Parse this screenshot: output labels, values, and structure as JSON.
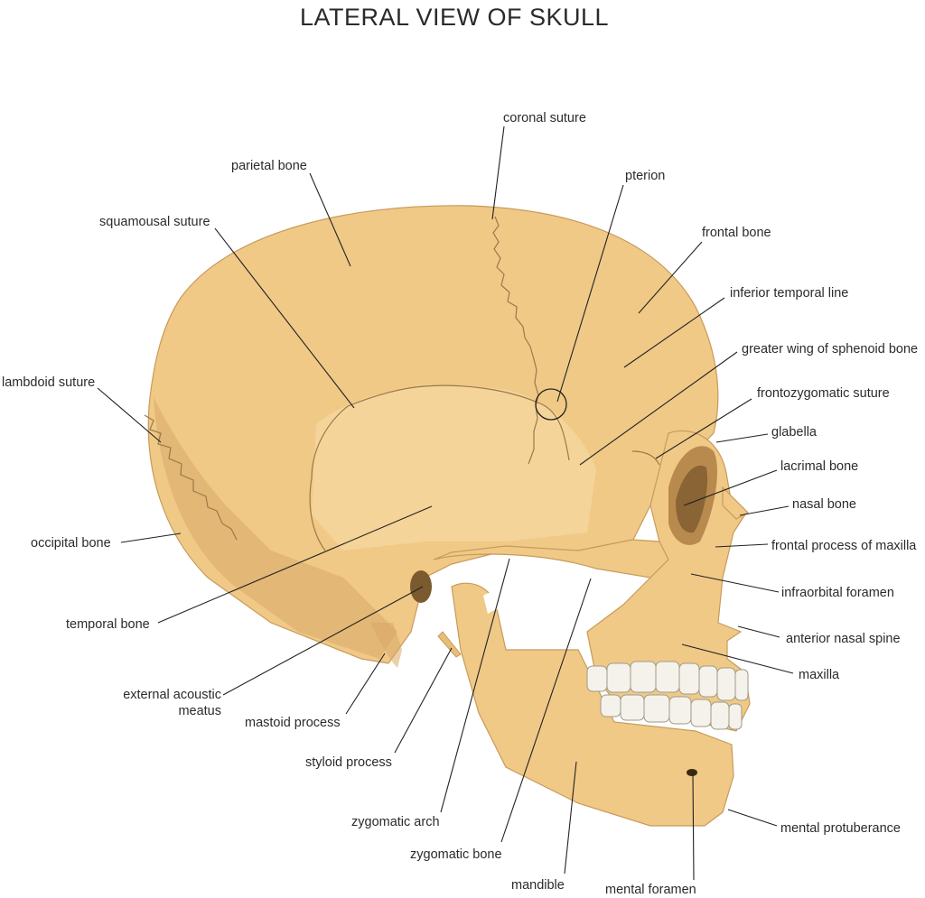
{
  "title": "LATERAL VIEW OF SKULL",
  "labels": {
    "coronal_suture": "coronal suture",
    "parietal_bone": "parietal bone",
    "pterion": "pterion",
    "squamousal_suture": "squamousal suture",
    "frontal_bone": "frontal bone",
    "inferior_temporal_line": "inferior temporal line",
    "greater_wing_of_sphenoid_bone": "greater wing of sphenoid bone",
    "lambdoid_suture": "lambdoid suture",
    "frontozygomatic_suture": "frontozygomatic suture",
    "glabella": "glabella",
    "lacrimal_bone": "lacrimal bone",
    "nasal_bone": "nasal bone",
    "occipital_bone": "occipital bone",
    "frontal_process_of_maxilla": "frontal process of maxilla",
    "infraorbital_foramen": "infraorbital foramen",
    "temporal_bone": "temporal bone",
    "anterior_nasal_spine": "anterior nasal spine",
    "maxilla": "maxilla",
    "external_acoustic_line1": "external acoustic",
    "external_acoustic_line2": "meatus",
    "mastoid_process": "mastoid process",
    "styloid_process": "styloid process",
    "zygomatic_arch": "zygomatic arch",
    "mental_protuberance": "mental protuberance",
    "zygomatic_bone": "zygomatic bone",
    "mandible": "mandible",
    "mental_foramen": "mental foramen"
  },
  "colors": {
    "bone": "#f0c987",
    "bone_shadow": "#d9a866",
    "line": "#222222",
    "text": "#2b2b2b"
  }
}
